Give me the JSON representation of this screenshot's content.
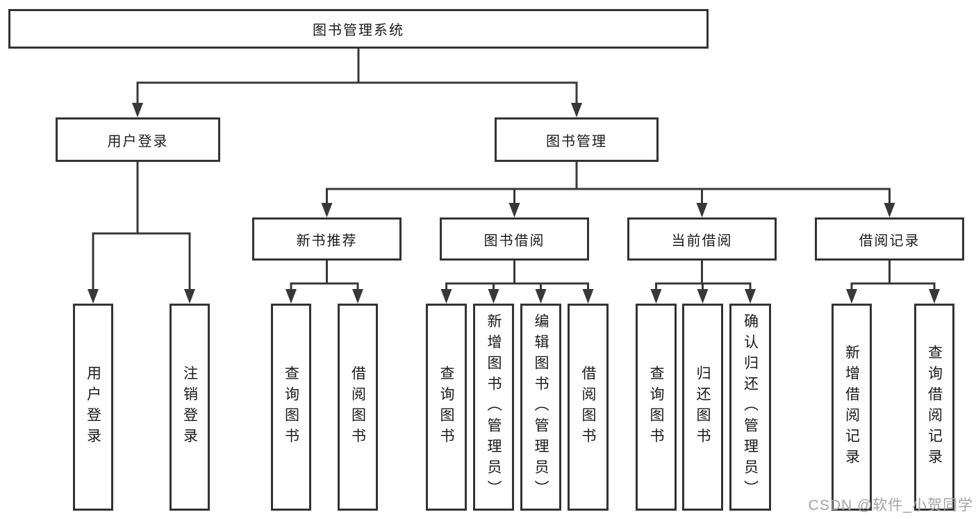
{
  "tree": {
    "label": "图书管理系统",
    "children": [
      {
        "label": "用户登录",
        "children": [
          {
            "label": "用户登录"
          },
          {
            "label": "注销登录"
          }
        ]
      },
      {
        "label": "图书管理",
        "children": [
          {
            "label": "新书推荐",
            "children": [
              {
                "label": "查询图书"
              },
              {
                "label": "借阅图书"
              }
            ]
          },
          {
            "label": "图书借阅",
            "children": [
              {
                "label": "查询图书"
              },
              {
                "label": "新增图书（管理员）"
              },
              {
                "label": "编辑图书（管理员）"
              },
              {
                "label": "借阅图书"
              }
            ]
          },
          {
            "label": "当前借阅",
            "children": [
              {
                "label": "查询图书"
              },
              {
                "label": "归还图书"
              },
              {
                "label": "确认归还（管理员）"
              }
            ]
          },
          {
            "label": "借阅记录",
            "children": [
              {
                "label": "新增借阅记录"
              },
              {
                "label": "查询借阅记录"
              }
            ]
          }
        ]
      }
    ]
  },
  "watermark": {
    "text": "CSDN @软件_小贺同学"
  },
  "colors": {
    "line": "#383838",
    "border": "#333333",
    "text": "#1a1a1a",
    "watermark": "#a3a3a3",
    "background": "#ffffff"
  }
}
